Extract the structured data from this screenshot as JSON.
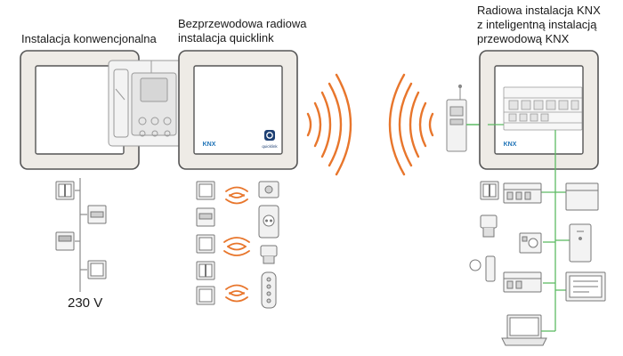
{
  "sections": {
    "conventional": {
      "title": "Instalacja konwencjonalna"
    },
    "quicklink": {
      "title_lines": [
        "Bezprzewodowa radiowa",
        "instalacja quicklink"
      ]
    },
    "knx": {
      "title_lines": [
        "Radiowa instalacja KNX",
        "z inteligentną instalacją",
        "przewodową KNX"
      ]
    }
  },
  "labels": {
    "voltage": "230 V",
    "knx_logo": "KNX",
    "quicklink_logo": "quicklink"
  },
  "colors": {
    "radio_wave": "#e8762c",
    "knx_bus": "#5dbb63",
    "frame_border": "#555555",
    "frame_fill": "#f4f2ef",
    "device_line": "#8a8a8a",
    "knx_logo": "#1f73b7",
    "quicklink_logo": "#1d3f73"
  }
}
